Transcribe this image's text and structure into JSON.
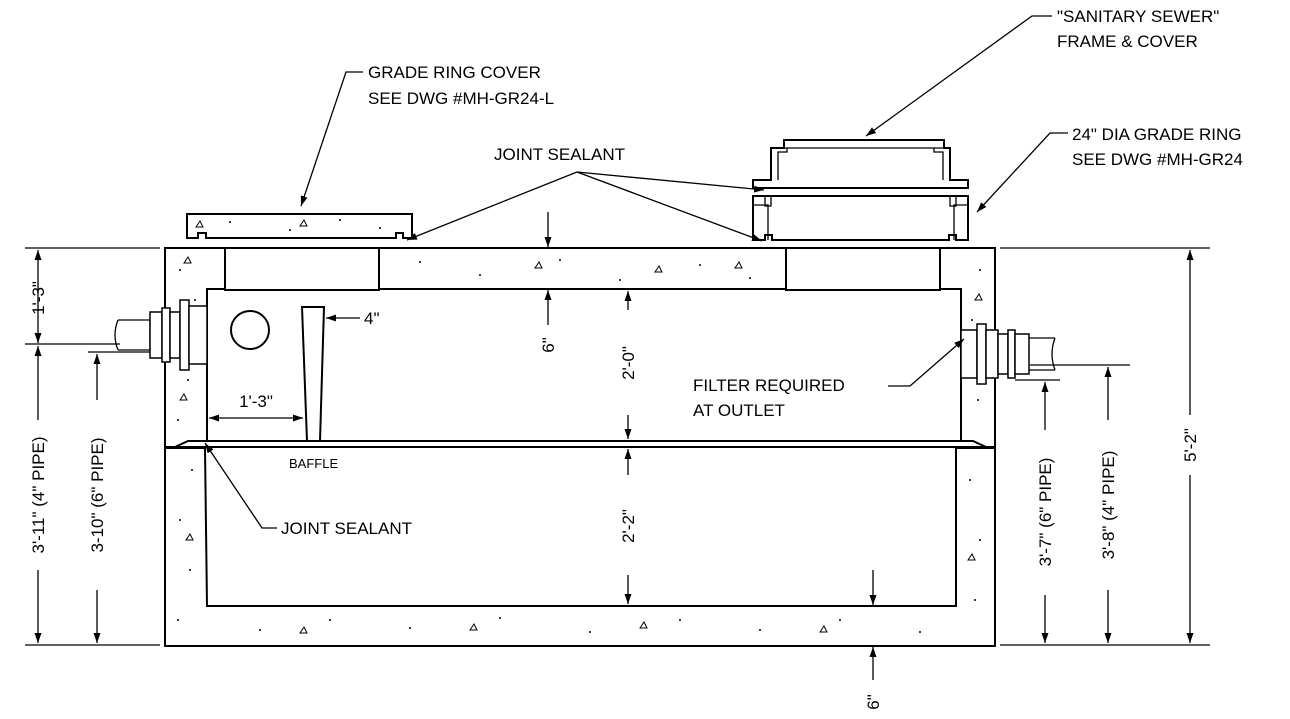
{
  "labels": {
    "frame_cover_1": "\"SANITARY SEWER\"",
    "frame_cover_2": "FRAME & COVER",
    "grade_ring_cover_1": "GRADE RING COVER",
    "grade_ring_cover_2": "SEE DWG #MH-GR24-L",
    "grade_ring_1": "24\" DIA GRADE RING",
    "grade_ring_2": "SEE DWG #MH-GR24",
    "joint_sealant_top": "JOINT SEALANT",
    "joint_sealant_bottom": "JOINT SEALANT",
    "baffle": "BAFFLE",
    "filter_1": "FILTER REQUIRED",
    "filter_2": "AT OUTLET"
  },
  "dimensions": {
    "top_left": "1'-3\"",
    "baffle_gap": "4\"",
    "lid_thickness": "6\"",
    "baffle_offset": "1'-3\"",
    "upper_section": "2'-0\"",
    "lower_section": "2'-2\"",
    "bottom_thickness": "6\"",
    "inlet_4in": "3'-11\" (4\" PIPE)",
    "inlet_6in": "3-10\" (6\" PIPE)",
    "outlet_6in": "3'-7\" (6\" PIPE)",
    "outlet_4in": "3'-8\" (4\" PIPE)",
    "overall_height": "5'-2\""
  }
}
